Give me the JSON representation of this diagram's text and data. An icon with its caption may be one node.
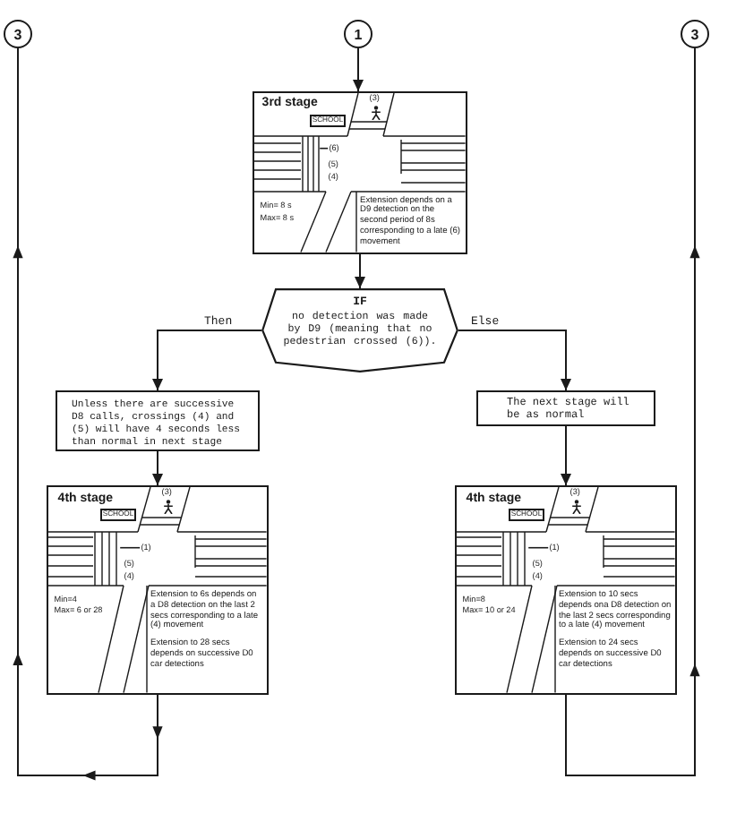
{
  "diagram": {
    "nodes": [
      {
        "text": [
          "3"
        ]
      },
      {
        "text": [
          "1"
        ]
      },
      {
        "text": [
          "3"
        ]
      },
      {
        "text": [
          "3rd stage",
          "(3)",
          "(5)",
          "(4)",
          "Min= 8 s",
          "Max= 8 s",
          "Extension depends on a D9 detection on the second period of 8s corresponding to a late (6) movement"
        ]
      },
      {
        "text": [
          "SCHOOL"
        ],
        "in": 3
      },
      {
        "text": [
          "(6)"
        ],
        "in": 3
      },
      {
        "text": [
          "IF",
          "no detection was made by D9 (meaning that no pedestrian crossed (6))."
        ]
      },
      {
        "text": [
          "Unless there are successive D8 calls, crossings (4) and (5) will have 4 seconds less than normal in next stage"
        ]
      },
      {
        "text": [
          "The next stage will be as normal"
        ]
      },
      {
        "text": [
          "4th stage",
          "(3)",
          "(5)",
          "(4)",
          "Min=4",
          "Max= 6 or 28",
          "Extension to 6s depends on a D8 detection on the last 2 secs corresponding to a late (4) movement",
          "Extension to 28 secs depends on successive D0 car detections"
        ]
      },
      {
        "text": [
          "SCHOOL"
        ],
        "in": 9
      },
      {
        "text": [
          "(1)"
        ],
        "in": 9
      },
      {
        "text": [
          "4th stage",
          "(3)",
          "(5)",
          "(4)",
          "Min=8",
          "Max= 10 or 24",
          "Extension to 10 secs depends ona D8 detection on the last 2 secs corresponding to a late (4) movement",
          "Extension to 24 secs depends on successive D0 car detections"
        ]
      },
      {
        "text": [
          "SCHOOL"
        ],
        "in": 12
      },
      {
        "text": [
          "(1)"
        ],
        "in": 12
      }
    ],
    "edges": [
      {
        "from": 1,
        "to": 3,
        "arrow": "to"
      },
      {
        "from": 3,
        "to": 6,
        "arrow": "to"
      },
      {
        "from": 6,
        "to": 7,
        "arrow": "to",
        "label": "Then"
      },
      {
        "from": 6,
        "to": 8,
        "arrow": "to",
        "label": "Else"
      },
      {
        "from": 7,
        "to": 9,
        "arrow": "to"
      },
      {
        "from": 8,
        "to": 12,
        "arrow": "to"
      },
      {
        "from": 9,
        "to": 0,
        "arrow": "to"
      },
      {
        "from": 12,
        "to": 2,
        "arrow": "to"
      },
      {
        "from": 5,
        "to": null,
        "arrow": "none"
      },
      {
        "from": 11,
        "to": null,
        "arrow": "none"
      },
      {
        "from": 14,
        "to": null,
        "arrow": "none"
      }
    ]
  }
}
